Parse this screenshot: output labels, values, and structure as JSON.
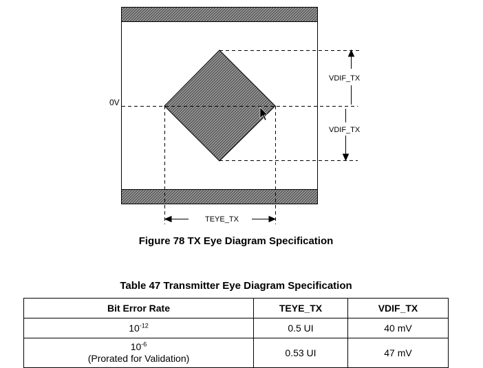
{
  "diagram": {
    "label_0v": "0V",
    "label_vdif_top": "VDIF_TX",
    "label_vdif_bottom": "VDIF_TX",
    "label_teye": "TEYE_TX"
  },
  "figure": {
    "caption": "Figure 78 TX Eye Diagram Specification"
  },
  "table": {
    "caption": "Table 47 Transmitter Eye Diagram Specification",
    "headers": [
      "Bit Error Rate",
      "TEYE_TX",
      "VDIF_TX"
    ],
    "rows": [
      {
        "ber_base": "10",
        "ber_exp": "-12",
        "ber_note": "",
        "teye": "0.5 UI",
        "vdif": "40 mV"
      },
      {
        "ber_base": "10",
        "ber_exp": "-6",
        "ber_note": "(Prorated for Validation)",
        "teye": "0.53 UI",
        "vdif": "47 mV"
      }
    ]
  }
}
